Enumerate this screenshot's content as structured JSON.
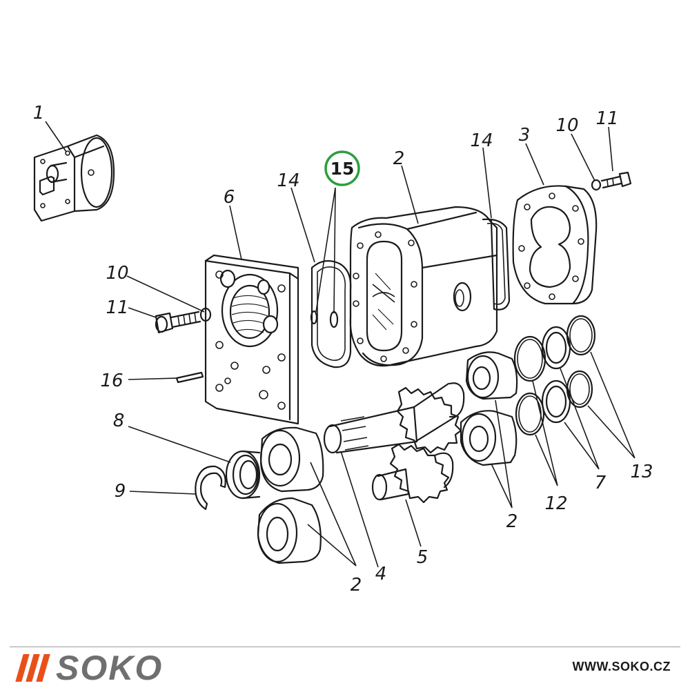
{
  "diagram": {
    "highlight_label": "15",
    "highlight_color": "#2e9e3e",
    "callouts": {
      "c1": "1",
      "c2_body": "2",
      "c2_bottom_left": "2",
      "c2_bottom_right": "2",
      "c3": "3",
      "c4": "4",
      "c5": "5",
      "c6": "6",
      "c7": "7",
      "c8": "8",
      "c9": "9",
      "c10_left": "10",
      "c10_right": "10",
      "c11_left": "11",
      "c11_right": "11",
      "c12": "12",
      "c13": "13",
      "c14_left": "14",
      "c14_right": "14",
      "c16": "16"
    }
  },
  "footer": {
    "brand_name": "SOKO",
    "brand_color": "#e8501a",
    "website": "WWW.SOKO.CZ"
  }
}
